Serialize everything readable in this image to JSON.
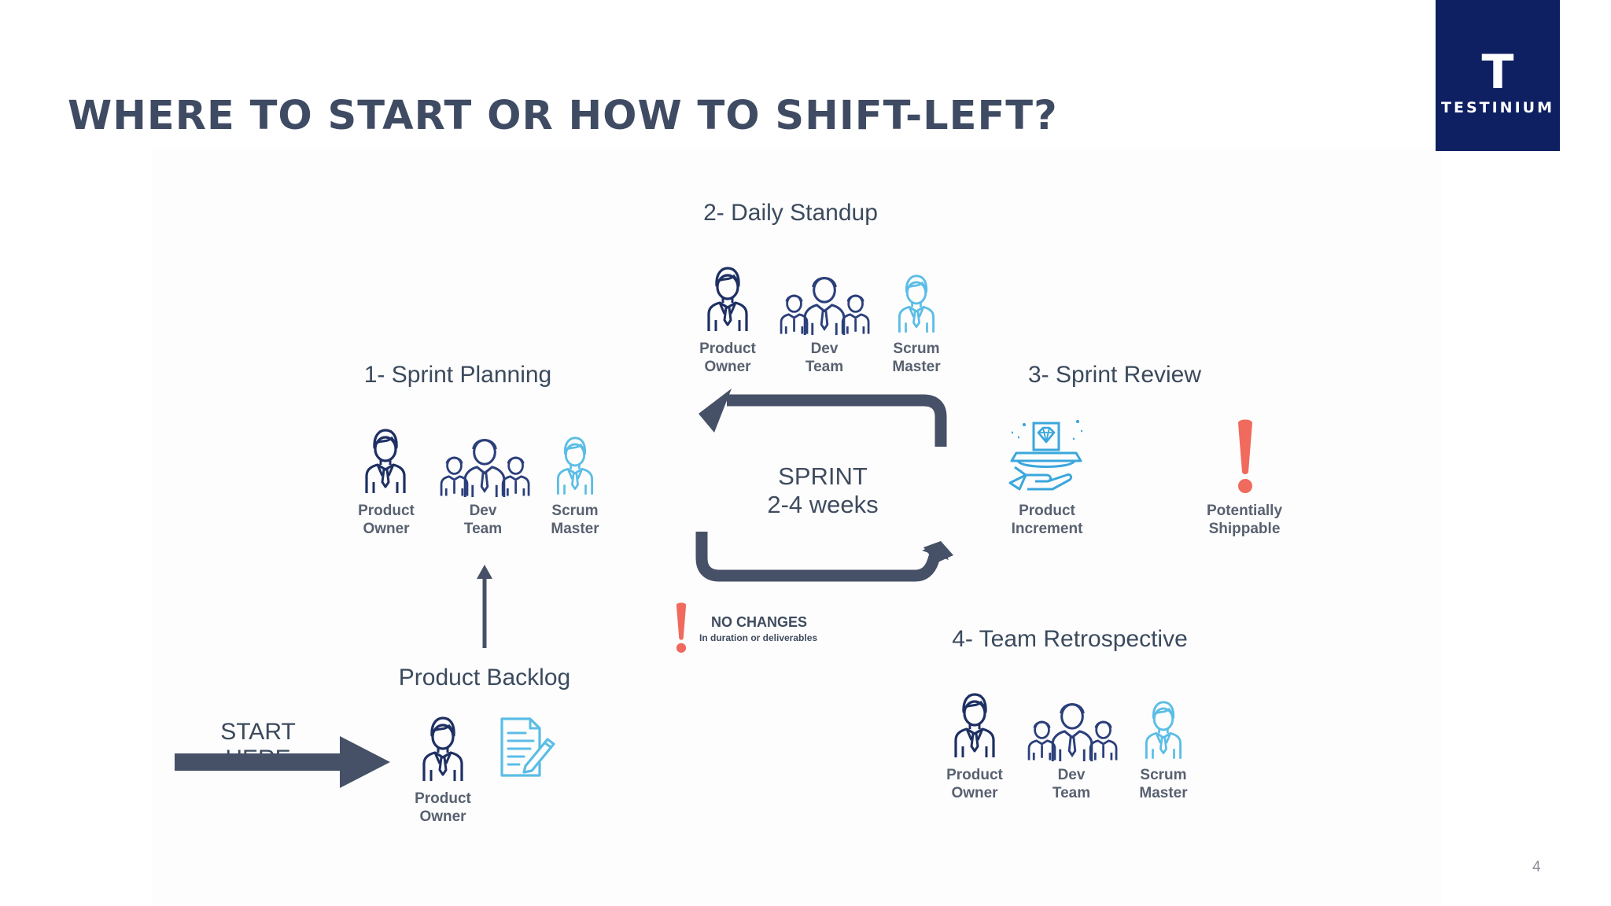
{
  "slide": {
    "title": "WHERE TO START OR HOW TO SHIFT-LEFT?",
    "page_number": "4",
    "logo": {
      "letter": "T",
      "word": "TESTINIUM",
      "bg": "#0e1f62"
    }
  },
  "colors": {
    "dark_role": "#1e3063",
    "mid_role": "#2b3f7a",
    "light_role": "#5bbde6",
    "alert": "#f06a5e",
    "arrow": "#465167"
  },
  "sprint_planning": {
    "heading": "1- Sprint Planning",
    "roles": [
      {
        "line1": "Product",
        "line2": "Owner",
        "icon": "product-owner-icon"
      },
      {
        "line1": "Dev",
        "line2": "Team",
        "icon": "dev-team-icon"
      },
      {
        "line1": "Scrum",
        "line2": "Master",
        "icon": "scrum-master-icon"
      }
    ]
  },
  "daily_standup": {
    "heading": "2- Daily Standup",
    "roles": [
      {
        "line1": "Product",
        "line2": "Owner",
        "icon": "product-owner-icon"
      },
      {
        "line1": "Dev",
        "line2": "Team",
        "icon": "dev-team-icon"
      },
      {
        "line1": "Scrum",
        "line2": "Master",
        "icon": "scrum-master-icon"
      }
    ]
  },
  "sprint_review": {
    "heading": "3- Sprint Review",
    "items": [
      {
        "line1": "Product",
        "line2": "Increment",
        "icon": "diamond-gift-icon"
      },
      {
        "line1": "Potentially",
        "line2": "Shippable",
        "icon": "exclamation-icon"
      }
    ]
  },
  "team_retrospective": {
    "heading": "4- Team Retrospective",
    "roles": [
      {
        "line1": "Product",
        "line2": "Owner",
        "icon": "product-owner-icon"
      },
      {
        "line1": "Dev",
        "line2": "Team",
        "icon": "dev-team-icon"
      },
      {
        "line1": "Scrum",
        "line2": "Master",
        "icon": "scrum-master-icon"
      }
    ]
  },
  "product_backlog": {
    "heading": "Product Backlog",
    "role": {
      "line1": "Product",
      "line2": "Owner",
      "icon": "product-owner-icon"
    },
    "document_icon": "document-edit-icon"
  },
  "sprint_cycle": {
    "line1": "SPRINT",
    "line2": "2-4 weeks"
  },
  "no_changes": {
    "title": "NO CHANGES",
    "subtitle": "In duration or deliverables"
  },
  "start": {
    "line1": "START",
    "line2": "HERE"
  }
}
